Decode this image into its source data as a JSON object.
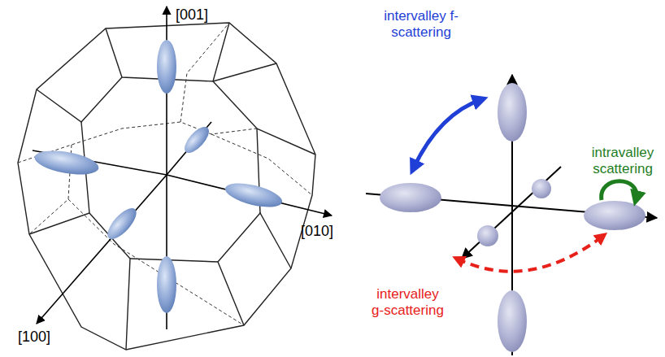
{
  "diagram": {
    "labels": [
      "[001]",
      "[010]",
      "[100]",
      "intervalley f- scattering",
      "intravalley scattering",
      "intervalley g-scattering"
    ]
  }
}
